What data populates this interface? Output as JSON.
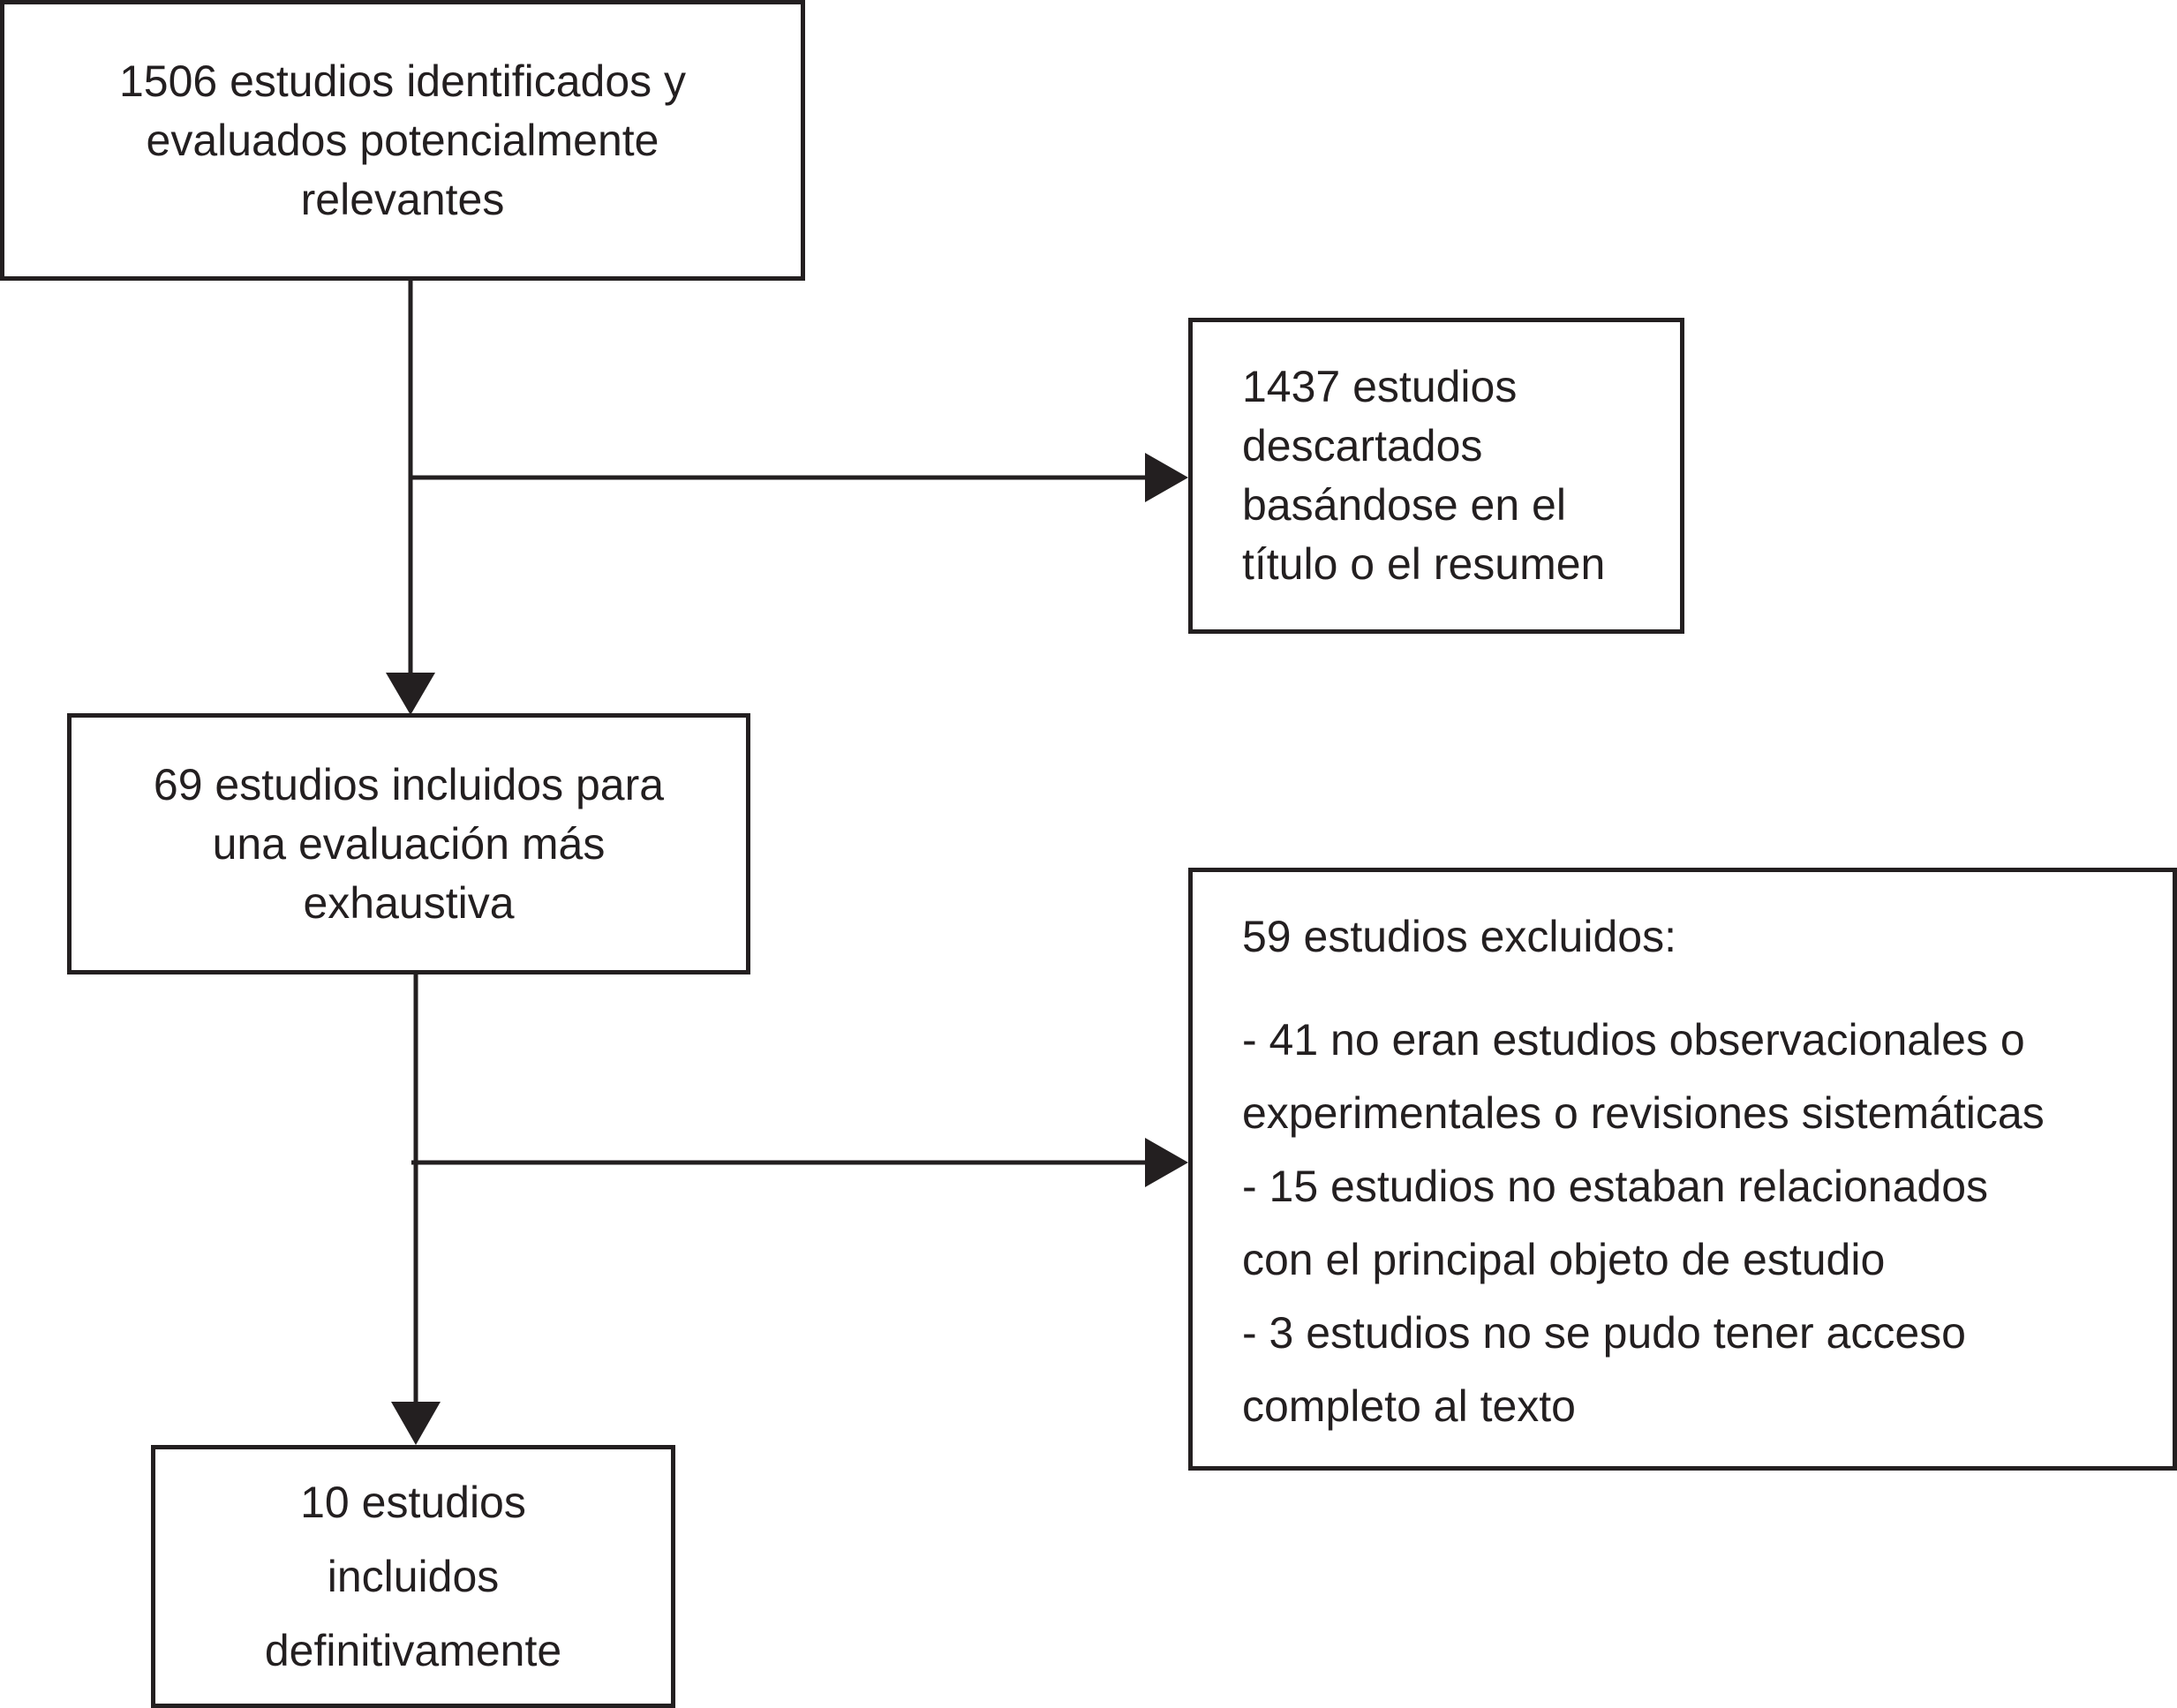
{
  "diagram": {
    "type": "flowchart",
    "nodes": {
      "identified": {
        "lines": [
          "1506 estudios identificados y",
          "evaluados potencialmente",
          "relevantes"
        ]
      },
      "discarded": {
        "lines": [
          "1437 estudios",
          "descartados",
          "basándose en el",
          "título o el resumen"
        ]
      },
      "included_eval": {
        "lines": [
          "69 estudios incluidos para",
          "una evaluación más",
          "exhaustiva"
        ]
      },
      "excluded": {
        "heading": "59 estudios excluidos:",
        "reasons": [
          "- 41 no eran estudios observacionales o",
          "experimentales o revisiones sistemáticas",
          "- 15 estudios no estaban relacionados",
          "con el principal objeto de estudio",
          "- 3 estudios no se pudo tener acceso",
          "completo al texto"
        ]
      },
      "final": {
        "lines": [
          "10 estudios",
          "incluidos",
          "definitivamente"
        ]
      }
    },
    "edges": [
      {
        "from": "identified",
        "to": "included_eval"
      },
      {
        "from": "identified",
        "to": "discarded"
      },
      {
        "from": "included_eval",
        "to": "final"
      },
      {
        "from": "included_eval",
        "to": "excluded"
      }
    ],
    "colors": {
      "stroke": "#231f20",
      "text": "#231f20",
      "background": "#ffffff"
    }
  }
}
